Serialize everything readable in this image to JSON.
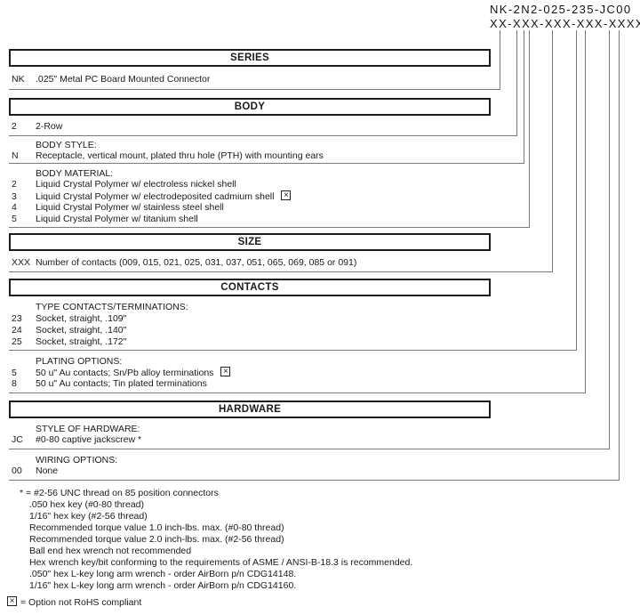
{
  "part_number": {
    "value": "NK-2N2-025-235-JC00",
    "mask": "XX-XXX-XXX-XXX-XXXX"
  },
  "series": {
    "header": "SERIES",
    "rows": [
      {
        "code": "NK",
        "desc": ".025\" Metal PC Board Mounted Connector"
      }
    ]
  },
  "body": {
    "header": "BODY",
    "rows": [
      {
        "code": "2",
        "desc": "2-Row"
      }
    ],
    "style": {
      "label": "BODY STYLE:",
      "rows": [
        {
          "code": "N",
          "desc": "Receptacle, vertical mount, plated thru hole (PTH) with mounting ears"
        }
      ]
    },
    "material": {
      "label": "BODY MATERIAL:",
      "rows": [
        {
          "code": "2",
          "desc": "Liquid Crystal Polymer w/ electroless nickel shell"
        },
        {
          "code": "3",
          "desc": "Liquid Crystal Polymer w/ electrodeposited cadmium shell"
        },
        {
          "code": "4",
          "desc": "Liquid Crystal Polymer w/ stainless steel shell"
        },
        {
          "code": "5",
          "desc": "Liquid Crystal Polymer w/ titanium shell"
        }
      ]
    }
  },
  "size": {
    "header": "SIZE",
    "rows": [
      {
        "code": "XXX",
        "desc": "Number of contacts (009, 015, 021, 025, 031, 037, 051, 065, 069, 085 or 091)"
      }
    ]
  },
  "contacts": {
    "header": "CONTACTS",
    "type": {
      "label": "TYPE CONTACTS/TERMINATIONS:",
      "rows": [
        {
          "code": "23",
          "desc": "Socket, straight, .109\""
        },
        {
          "code": "24",
          "desc": "Socket, straight, .140\""
        },
        {
          "code": "25",
          "desc": "Socket, straight, .172\""
        }
      ]
    },
    "plating": {
      "label": "PLATING OPTIONS:",
      "rows": [
        {
          "code": "5",
          "desc": "50 u\" Au contacts; Sn/Pb alloy terminations"
        },
        {
          "code": "8",
          "desc": "50 u\" Au contacts; Tin plated terminations"
        }
      ]
    }
  },
  "hardware": {
    "header": "HARDWARE",
    "style": {
      "label": "STYLE OF HARDWARE:",
      "rows": [
        {
          "code": "JC",
          "desc": "#0-80 captive jackscrew *"
        }
      ]
    },
    "wiring": {
      "label": "WIRING OPTIONS:",
      "rows": [
        {
          "code": "00",
          "desc": "None"
        }
      ]
    }
  },
  "footnotes": {
    "lead": "* = #2-56 UNC thread on 85 position connectors",
    "lines": [
      ".050 hex key (#0-80 thread)",
      "1/16\" hex key (#2-56 thread)",
      "Recommended torque value 1.0 inch-lbs. max. (#0-80 thread)",
      "Recommended torque value 2.0 inch-lbs. max. (#2-56 thread)",
      "Ball end hex wrench not recommended",
      "Hex wrench key/bit conforming to the requirements of ASME / ANSI-B-18.3 is recommended.",
      ".050\" hex L-key long arm wrench - order AirBorn p/n CDG14148.",
      "1/16\" hex L-key long arm wrench - order AirBorn p/n CDG14160."
    ]
  },
  "legend": {
    "meaning": "= Option not RoHS compliant"
  },
  "colors": {
    "line": "#7a7a7a",
    "border": "#1c1c1c",
    "text": "#1a1a1a"
  }
}
